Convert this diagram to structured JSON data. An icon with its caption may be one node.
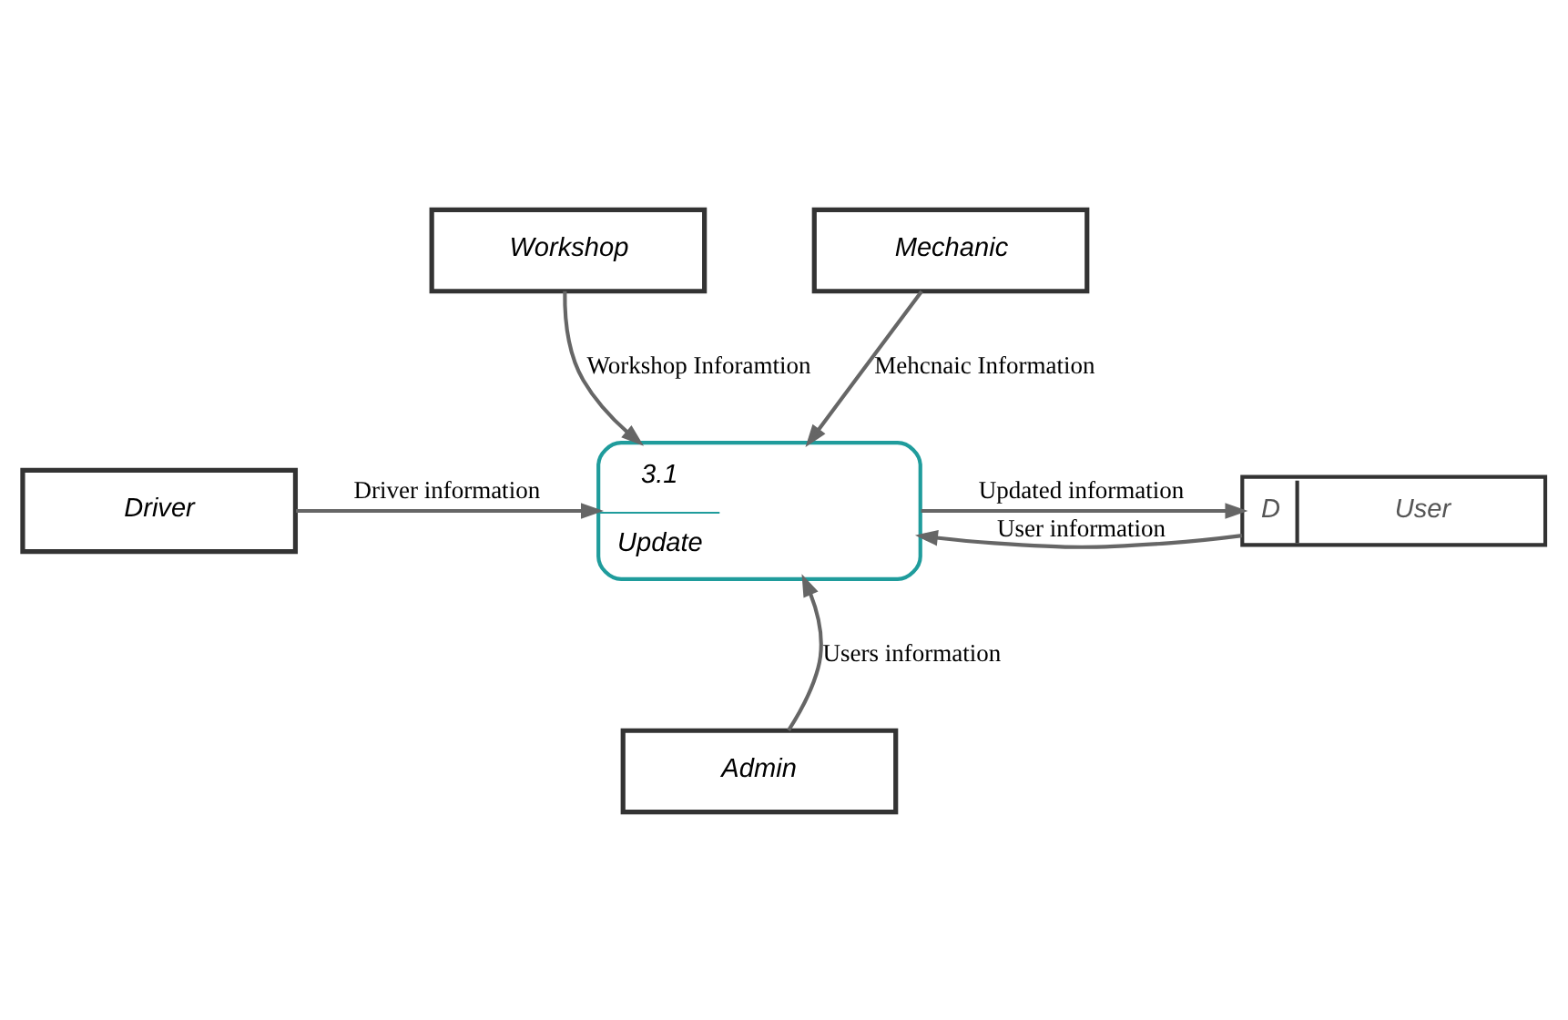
{
  "diagram": {
    "nodes": [
      {
        "text": [
          "Workshop"
        ]
      },
      {
        "text": [
          "Mechanic"
        ]
      },
      {
        "text": [
          "Driver"
        ]
      },
      {
        "text": [
          "3.1",
          "Update"
        ]
      },
      {
        "text": [
          "D",
          "User"
        ]
      },
      {
        "text": [
          "Admin"
        ]
      }
    ],
    "edges": [
      {
        "from": 0,
        "to": 3,
        "arrow": "to",
        "label": "Workshop Inforamtion"
      },
      {
        "from": 1,
        "to": 3,
        "arrow": "to",
        "label": "Mehcnaic Information"
      },
      {
        "from": 2,
        "to": 3,
        "arrow": "to",
        "label": "Driver information"
      },
      {
        "from": 4,
        "to": 3,
        "arrow": "to",
        "label": "User information"
      },
      {
        "from": 3,
        "to": 4,
        "arrow": "to",
        "label": "Updated information"
      },
      {
        "from": 5,
        "to": 3,
        "arrow": "to",
        "label": "Users information"
      }
    ]
  }
}
